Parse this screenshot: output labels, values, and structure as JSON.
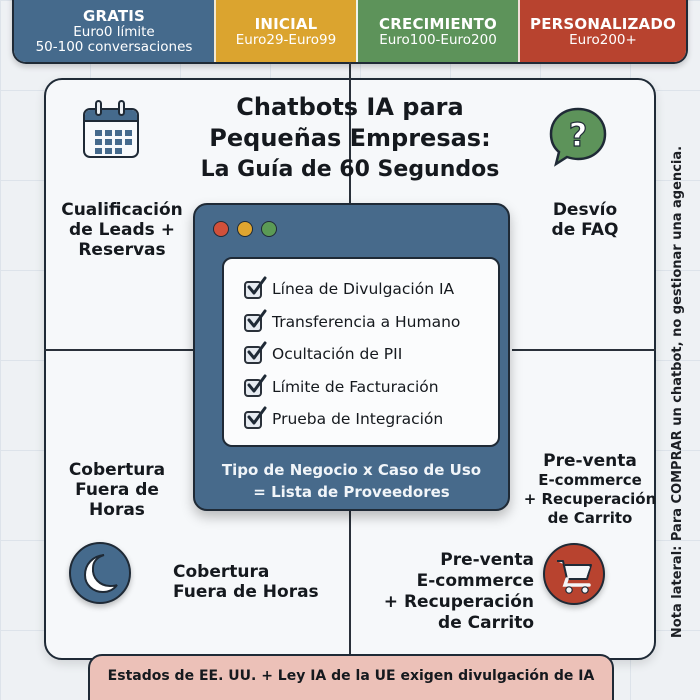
{
  "pricing": {
    "tiers": [
      {
        "name": "GRATIS",
        "price_lines": [
          "Euro0 límite",
          "50-100 conversaciones"
        ],
        "color": "#456a8c"
      },
      {
        "name": "INICIAL",
        "price_lines": [
          "Euro29-Euro99"
        ],
        "color": "#dba42f"
      },
      {
        "name": "CRECIMIENTO",
        "price_lines": [
          "Euro100-Euro200"
        ],
        "color": "#5d935a"
      },
      {
        "name": "PERSONALIZADO",
        "price_lines": [
          "Euro200+"
        ],
        "color": "#b8432f"
      }
    ]
  },
  "title": {
    "line1": "Chatbots IA para",
    "line2": "Pequeñas Empresas:",
    "line3": "La Guía de 60 Segundos"
  },
  "quadrants": {
    "top_left": {
      "icon": "calendar-icon",
      "label_lines": [
        "Cualificación",
        "de Leads +",
        "Reservas"
      ]
    },
    "top_right": {
      "icon": "question-bubble-icon",
      "label_lines": [
        "Desvío",
        "de FAQ"
      ]
    },
    "bottom_left": {
      "icon": "moon-icon",
      "label_lines": [
        "Cobertura",
        "Fuera de",
        "Horas"
      ],
      "icon_label_lines": [
        "Cobertura",
        "Fuera de Horas"
      ]
    },
    "bottom_right": {
      "icon": "shopping-cart-icon",
      "label_lines": [
        "Pre-venta",
        "E-commerce",
        "+ Recuperación",
        "de Carrito"
      ],
      "icon_label_lines": [
        "Pre-venta",
        "E-commerce",
        "+ Recuperación",
        "de Carrito"
      ]
    }
  },
  "window": {
    "checklist": [
      "Línea de Divulgación IA",
      "Transferencia a Humano",
      "Ocultación de PII",
      "Límite de Facturación",
      "Prueba de Integración"
    ],
    "caption_lines": [
      "Tipo de Negocio x Caso de Uso",
      "= Lista de Proveedores"
    ]
  },
  "side_note": "Nota lateral: Para COMPRAR un chatbot, no gestionar una agencia.",
  "banner": "Estados de EE. UU. + Ley IA de la UE exigen divulgación de IA",
  "colors": {
    "navy": "#456a8c",
    "amber": "#dba42f",
    "green": "#5d935a",
    "red": "#b8432f",
    "banner_bg": "#ecc1b8"
  }
}
